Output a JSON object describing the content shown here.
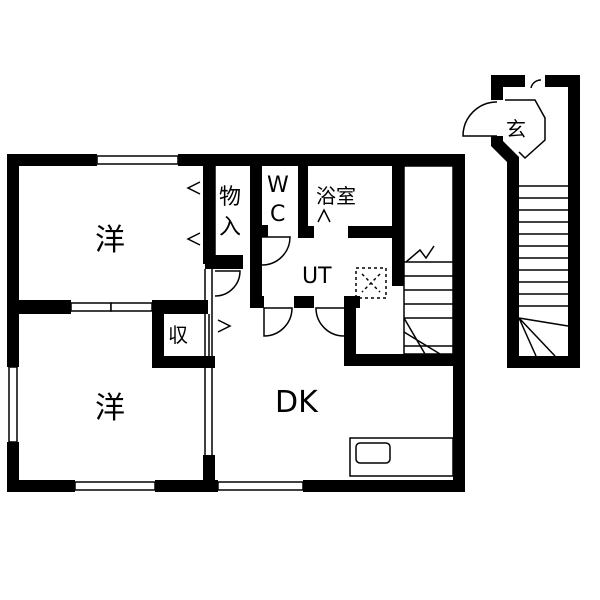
{
  "rooms": {
    "western_upper": "洋",
    "western_lower": "洋",
    "storage_top": "物入",
    "wc": "WC",
    "bath": "浴室",
    "ut": "UT",
    "closet": "収",
    "dk": "DK",
    "entrance": "玄"
  },
  "colors": {
    "wall": "#000000",
    "background": "#ffffff",
    "line": "#000000"
  }
}
